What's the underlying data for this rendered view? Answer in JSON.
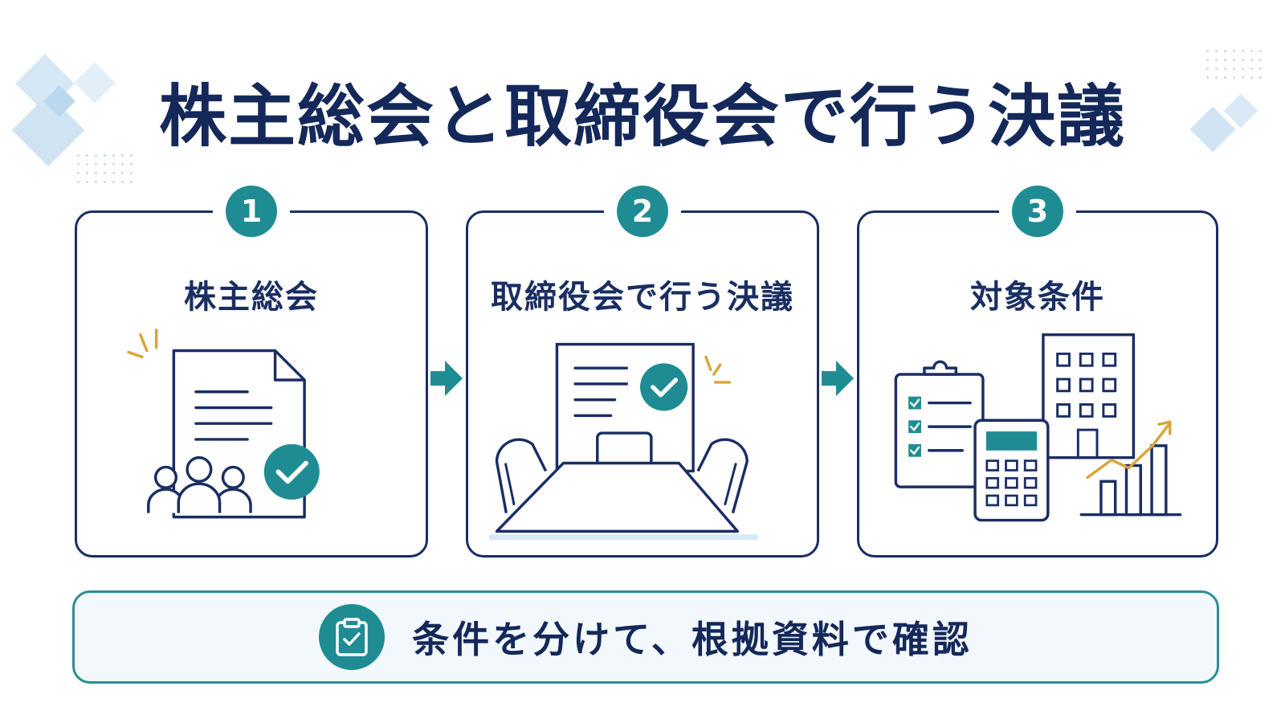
{
  "title": "株主総会と取締役会で行う決議",
  "steps": [
    {
      "number": "1",
      "label": "株主総会",
      "icon": "document-people-check-icon"
    },
    {
      "number": "2",
      "label": "取締役会で行う決議",
      "icon": "meeting-table-document-check-icon"
    },
    {
      "number": "3",
      "label": "対象条件",
      "icon": "checklist-calculator-building-chart-icon"
    }
  ],
  "footer": {
    "text": "条件を分けて、根拠資料で確認",
    "icon": "clipboard-check-icon"
  },
  "colors": {
    "navy": "#14285a",
    "teal": "#1f8c93",
    "accent_gold": "#d9a53a",
    "light_blue": "#cfe3f3"
  }
}
